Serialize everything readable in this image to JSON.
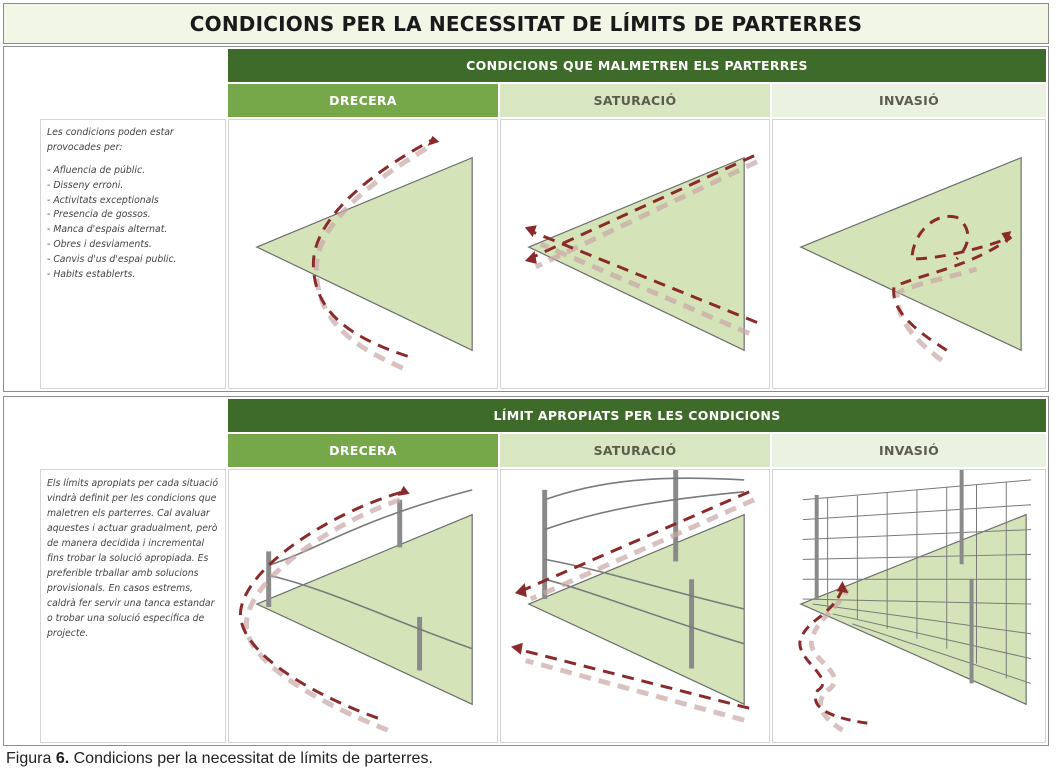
{
  "title": "CONDICIONS PER LA NECESSITAT DE LÍMITS DE PARTERRES",
  "top": {
    "band": "CONDICIONS QUE MALMETREN ELS PARTERRES",
    "columns": [
      "DRECERA",
      "SATURACIÓ",
      "INVASIÓ"
    ],
    "intro": "Les condicions poden estar provocades per:",
    "causes": [
      "Afluencia de públic.",
      "Disseny erroni.",
      "Activitats exceptionals",
      "Presencia de gossos.",
      "Manca d'espais alternat.",
      "Obres i desviaments.",
      "Canvis d'us d'espai public.",
      "Habits establerts."
    ]
  },
  "bottom": {
    "band": "LÍMIT APROPIATS PER LES CONDICIONS",
    "columns": [
      "DRECERA",
      "SATURACIÓ",
      "INVASIÓ"
    ],
    "text": "Els límits apropiats per cada situació vindrà definit per les condicions que maletren els parterres. Cal avaluar aquestes i actuar gradualment, però de manera decidida i incremental fins trobar la solució apropiada. Es preferible trballar amb solucions provisionals. En casos estrems, caldrà fer servir una tanca estandar o trobar una solució especifica de projecte."
  },
  "caption": {
    "prefix": "Figura",
    "number": "6.",
    "text": "Condicions per la necessitat de límits de parterres."
  },
  "colors": {
    "band": "#3f6b2a",
    "header1": "#76a84a",
    "header2": "#d8e6c2",
    "header3": "#ecf2e2",
    "lawn": "#d4e4b8",
    "path": "#8b2a2a",
    "fence": "#8a8a8a"
  }
}
